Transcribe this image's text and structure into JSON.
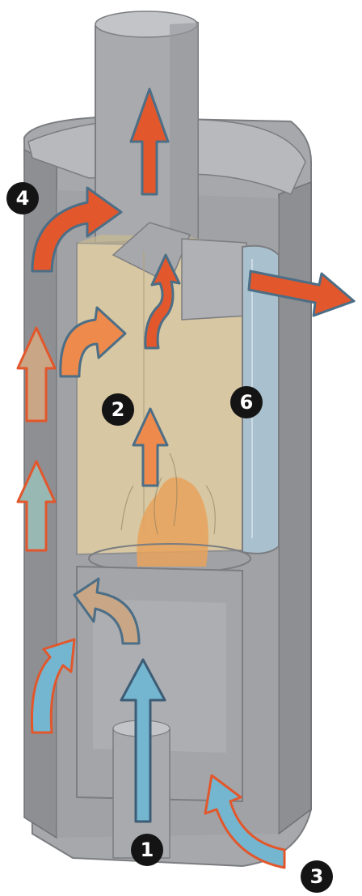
{
  "diagram": {
    "labels": {
      "one": "1",
      "two": "2",
      "three": "3",
      "four": "4",
      "six": "6"
    },
    "colors": {
      "body": "#a7a8ab",
      "body_dark": "#8d8f93",
      "body_light": "#c3c4c7",
      "firebox": "#dccba2",
      "glass": "#a9c1cf",
      "flame": "#e8a25c",
      "hot_arrow": "#e2572c",
      "hot_arrow_light": "#ee8a4c",
      "warm_arrow": "#c9a786",
      "cold_arrow": "#74b5cf",
      "badge": "#141414"
    }
  }
}
